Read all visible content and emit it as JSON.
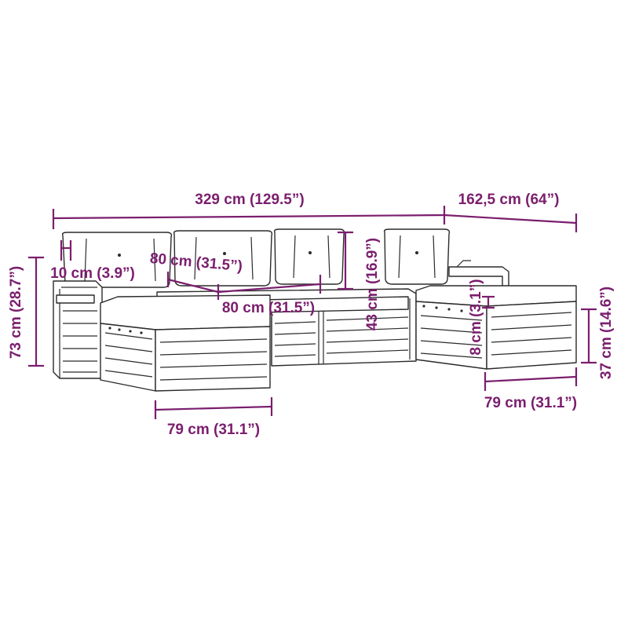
{
  "colors": {
    "dimension": "#7b1e6e",
    "outline": "#2b2b2b",
    "background": "#ffffff"
  },
  "dimensions": {
    "total_length": "329 cm (129.5”)",
    "depth": "162,5 cm (64”)",
    "armrest_width": "10 cm (3.9”)",
    "backrest_width": "80 cm (31.5”)",
    "backrest_height": "43 cm (16.9”)",
    "seat_width": "80 cm (31.5”)",
    "cushion_thickness": "8 cm (3.1”)",
    "total_height": "73 cm (28.7”)",
    "seat_height": "37 cm (14.6”)",
    "ottoman_depth_left": "79 cm (31.1”)",
    "ottoman_depth_right": "79 cm (31.1”)"
  }
}
